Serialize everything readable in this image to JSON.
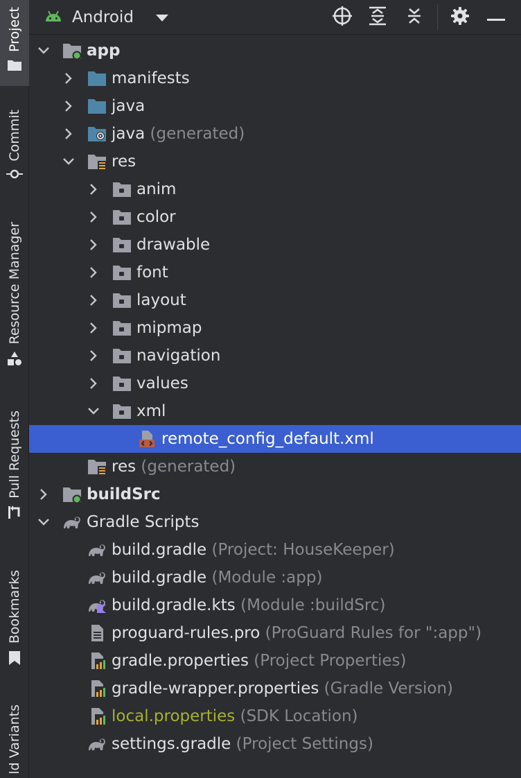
{
  "tool_strip": {
    "tabs": [
      {
        "label": "Project",
        "icon": "folder-icon",
        "active": true
      },
      {
        "label": "Commit",
        "icon": "commit-icon",
        "active": false
      },
      {
        "label": "Resource Manager",
        "icon": "shapes-icon",
        "active": false
      },
      {
        "label": "Pull Requests",
        "icon": "pull-request-icon",
        "active": false
      },
      {
        "label": "Bookmarks",
        "icon": "bookmark-icon",
        "active": false
      },
      {
        "label": "ld Variants",
        "icon": "build-variants-icon",
        "active": false
      }
    ]
  },
  "toolbar": {
    "view_mode": "Android",
    "buttons": [
      "locate-icon",
      "expand-all-icon",
      "collapse-all-icon",
      "gear-icon",
      "minimize-icon"
    ]
  },
  "tree": {
    "items": [
      {
        "label": "app",
        "hint": "",
        "depth": 0,
        "expanded": true,
        "icon": "module-icon",
        "bold": true
      },
      {
        "label": "manifests",
        "hint": "",
        "depth": 1,
        "expanded": false,
        "icon": "folder-blue-icon"
      },
      {
        "label": "java",
        "hint": "",
        "depth": 1,
        "expanded": false,
        "icon": "folder-blue-icon"
      },
      {
        "label": "java",
        "hint": "(generated)",
        "depth": 1,
        "expanded": false,
        "icon": "folder-generated-icon"
      },
      {
        "label": "res",
        "hint": "",
        "depth": 1,
        "expanded": true,
        "icon": "folder-res-icon"
      },
      {
        "label": "anim",
        "hint": "",
        "depth": 2,
        "expanded": false,
        "icon": "folder-gray-icon"
      },
      {
        "label": "color",
        "hint": "",
        "depth": 2,
        "expanded": false,
        "icon": "folder-gray-icon"
      },
      {
        "label": "drawable",
        "hint": "",
        "depth": 2,
        "expanded": false,
        "icon": "folder-gray-icon"
      },
      {
        "label": "font",
        "hint": "",
        "depth": 2,
        "expanded": false,
        "icon": "folder-gray-icon"
      },
      {
        "label": "layout",
        "hint": "",
        "depth": 2,
        "expanded": false,
        "icon": "folder-gray-icon"
      },
      {
        "label": "mipmap",
        "hint": "",
        "depth": 2,
        "expanded": false,
        "icon": "folder-gray-icon"
      },
      {
        "label": "navigation",
        "hint": "",
        "depth": 2,
        "expanded": false,
        "icon": "folder-gray-icon"
      },
      {
        "label": "values",
        "hint": "",
        "depth": 2,
        "expanded": false,
        "icon": "folder-gray-icon"
      },
      {
        "label": "xml",
        "hint": "",
        "depth": 2,
        "expanded": true,
        "icon": "folder-gray-icon"
      },
      {
        "label": "remote_config_default.xml",
        "hint": "",
        "depth": 3,
        "expanded": null,
        "icon": "xml-file-icon",
        "selected": true
      },
      {
        "label": "res",
        "hint": "(generated)",
        "depth": 1,
        "expanded": null,
        "icon": "folder-res-icon"
      },
      {
        "label": "buildSrc",
        "hint": "",
        "depth": 0,
        "expanded": false,
        "icon": "module-icon",
        "bold": true
      },
      {
        "label": "Gradle Scripts",
        "hint": "",
        "depth": 0,
        "expanded": true,
        "icon": "gradle-icon"
      },
      {
        "label": "build.gradle",
        "hint": "(Project: HouseKeeper)",
        "depth": 1,
        "expanded": null,
        "icon": "gradle-icon"
      },
      {
        "label": "build.gradle",
        "hint": "(Module :app)",
        "depth": 1,
        "expanded": null,
        "icon": "gradle-icon"
      },
      {
        "label": "build.gradle.kts",
        "hint": "(Module :buildSrc)",
        "depth": 1,
        "expanded": null,
        "icon": "gradle-kts-icon"
      },
      {
        "label": "proguard-rules.pro",
        "hint": "(ProGuard Rules for \":app\")",
        "depth": 1,
        "expanded": null,
        "icon": "text-file-icon"
      },
      {
        "label": "gradle.properties",
        "hint": "(Project Properties)",
        "depth": 1,
        "expanded": null,
        "icon": "properties-icon"
      },
      {
        "label": "gradle-wrapper.properties",
        "hint": "(Gradle Version)",
        "depth": 1,
        "expanded": null,
        "icon": "properties-icon"
      },
      {
        "label": "local.properties",
        "hint": "(SDK Location)",
        "depth": 1,
        "expanded": null,
        "icon": "properties-icon",
        "olive": true
      },
      {
        "label": "settings.gradle",
        "hint": "(Project Settings)",
        "depth": 1,
        "expanded": null,
        "icon": "gradle-icon"
      }
    ]
  },
  "colors": {
    "background": "#2b2d30",
    "selection": "#3b5fd0",
    "android_green": "#5fb85a",
    "folder_blue": "#4e86a8",
    "hint_text": "#868a91",
    "olive_text": "#a9b033"
  }
}
